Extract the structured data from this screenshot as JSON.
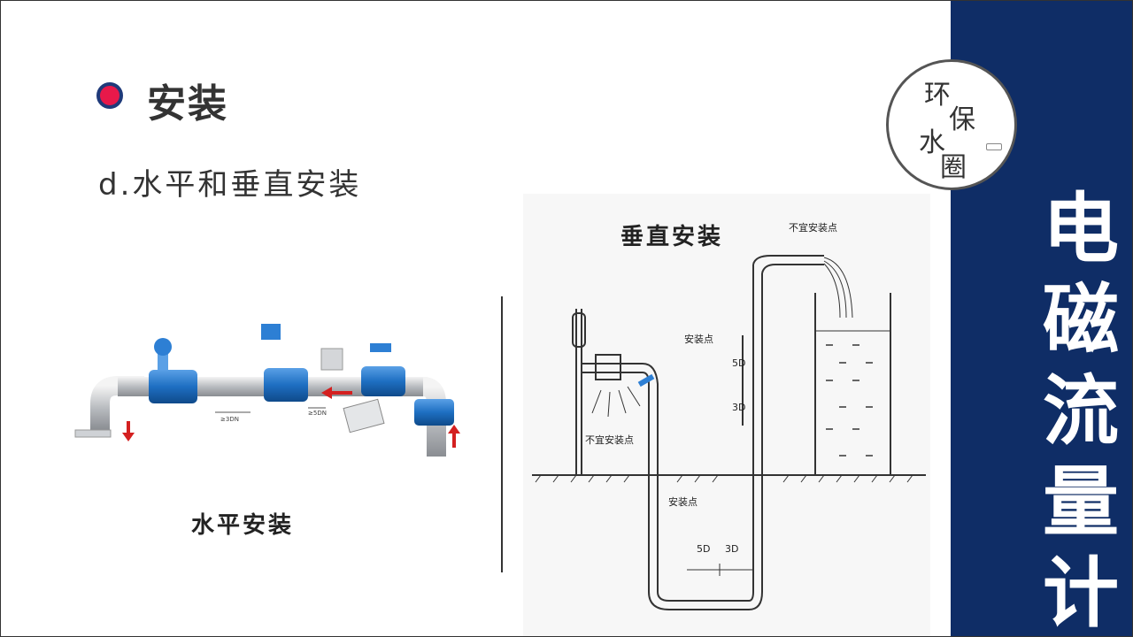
{
  "heading": "安装",
  "subtitle": "d.水平和垂直安装",
  "side_title": [
    "电",
    "磁",
    "流",
    "量",
    "计"
  ],
  "logo": {
    "chars": [
      "环",
      "保",
      "水",
      "圈"
    ]
  },
  "horizontal": {
    "caption": "水平安装",
    "labels": {
      "dn_left": "≥3DN",
      "dn_right": "≥5DN"
    }
  },
  "vertical": {
    "caption": "垂直安装",
    "labels": {
      "not_suitable_top": "不宜安装点",
      "not_suitable_left": "不宜安装点",
      "install_point_upper": "安装点",
      "install_point_lower": "安装点",
      "d5": "5D",
      "d3": "3D",
      "seg_a": "5D",
      "seg_b": "3D"
    }
  },
  "colors": {
    "accent": "#e8194a",
    "sidebar": "#0f2d66",
    "pipe_blue": "#1e6fc2"
  }
}
